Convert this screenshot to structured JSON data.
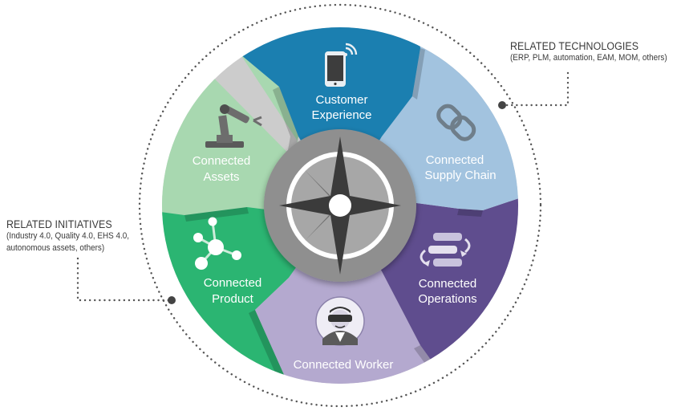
{
  "segments": {
    "customer_experience": {
      "line1": "Customer",
      "line2": "Experience",
      "color": "#1b7fb0"
    },
    "connected_supply_chain": {
      "line1": "Connected",
      "line2": "Supply Chain",
      "color": "#a2c3df"
    },
    "connected_operations": {
      "line1": "Connected",
      "line2": "Operations",
      "color": "#5f4d8e"
    },
    "connected_worker": {
      "line1": "Connected Worker",
      "color": "#b4a9cf"
    },
    "connected_product": {
      "line1": "Connected",
      "line2": "Product",
      "color": "#2bb572"
    },
    "connected_assets": {
      "line1": "Connected",
      "line2": "Assets",
      "color": "#a8d8b0"
    }
  },
  "callouts": {
    "technologies": {
      "title": "RELATED TECHNOLOGIES",
      "subtitle": "(ERP, PLM, automation, EAM, MOM, others)"
    },
    "initiatives": {
      "title": "RELATED INITIATIVES",
      "line1": "(Industry 4.0, Quality 4.0, EHS 4.0,",
      "line2": "autonomous assets, others)"
    }
  },
  "icons": {
    "customer_experience": "smartphone-wifi-icon",
    "connected_supply_chain": "chain-link-icon",
    "connected_operations": "process-cycle-icon",
    "connected_worker": "worker-vr-headset-icon",
    "connected_product": "network-nodes-icon",
    "connected_assets": "robotic-arm-icon",
    "center": "compass-rose-icon"
  },
  "colors": {
    "ring_dots": "#555555",
    "hub_outer": "#8f8f8f",
    "hub_ring": "#ffffff",
    "hub_inner": "#a7a7a7",
    "compass_dark": "#3b3b3b",
    "compass_mid": "#6f6f6f",
    "label_text": "#ffffff",
    "callout_text": "#3a3a3a"
  }
}
